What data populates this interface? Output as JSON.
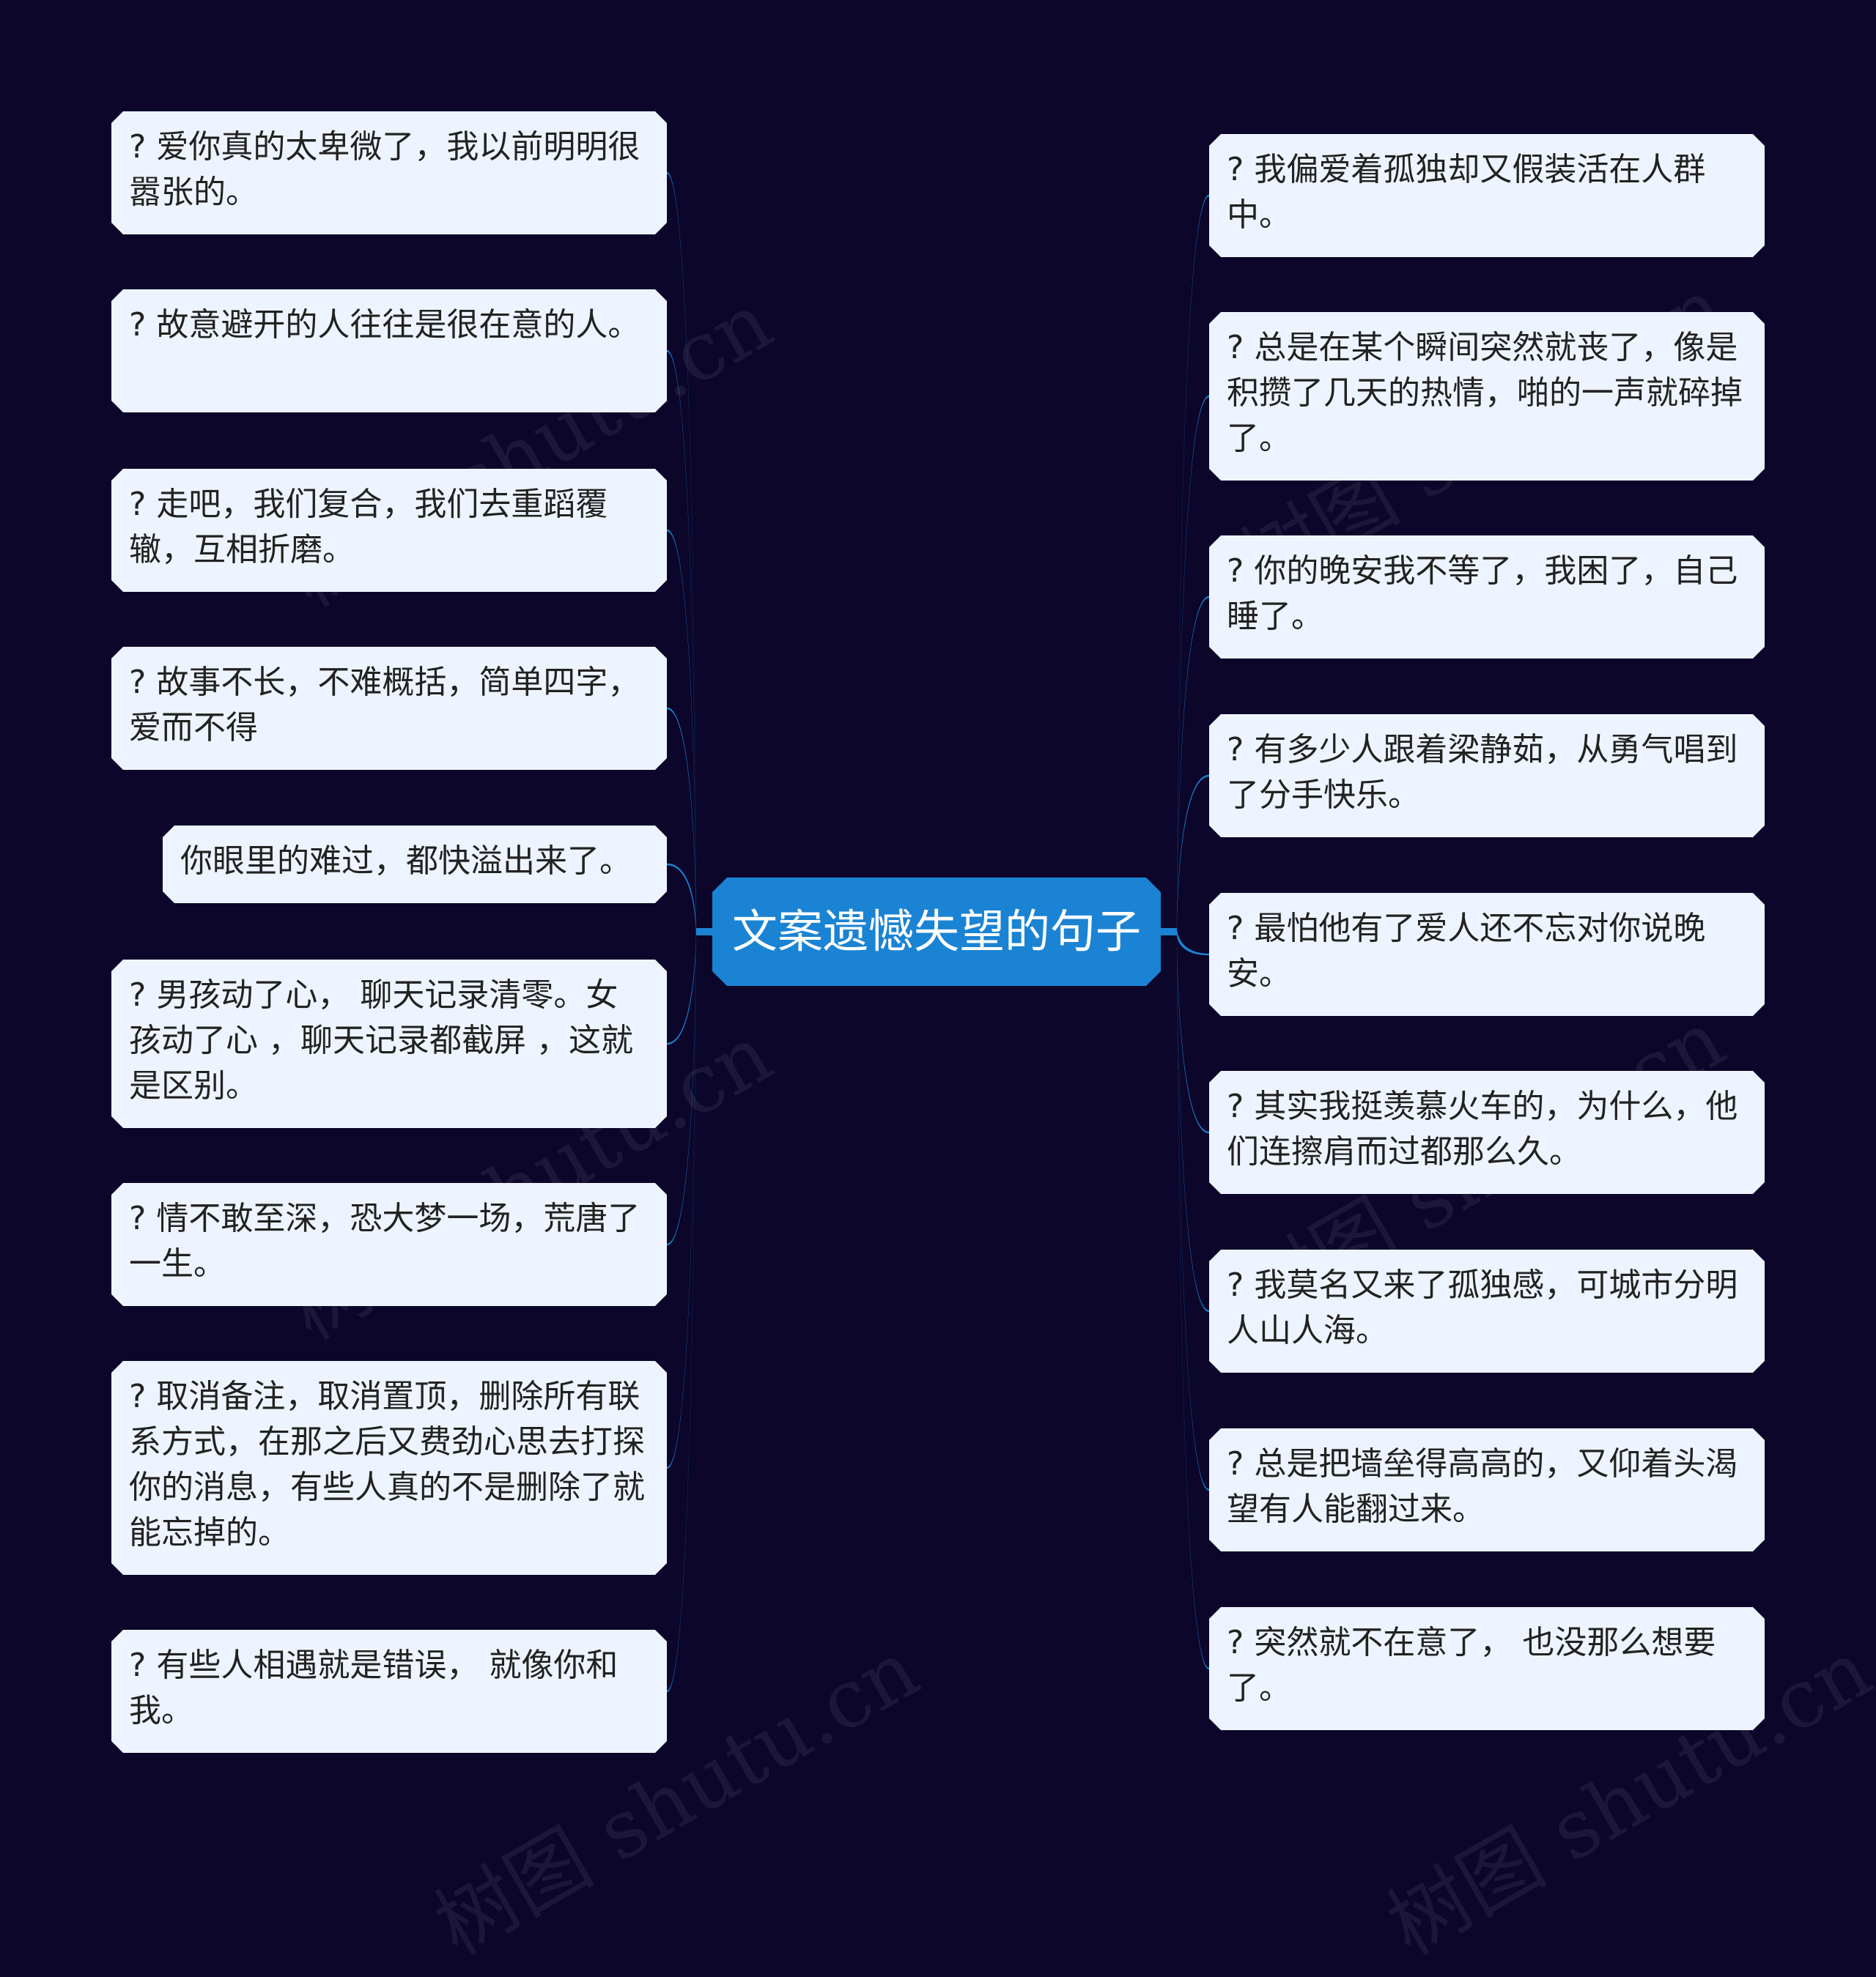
{
  "center": {
    "title": "文案遗憾失望的句子"
  },
  "left_items": [
    "? 爱你真的太卑微了，我以前明明很嚣张的。",
    "? 故意避开的人往往是很在意的人。",
    "? 走吧，我们复合，我们去重蹈覆辙，互相折磨。",
    "? 故事不长，不难概括，简单四字，爱而不得",
    "你眼里的难过，都快溢出来了。",
    "? 男孩动了心， 聊天记录清零。女孩动了心 ，聊天记录都截屏 ，这就是区别。",
    "? 情不敢至深，恐大梦一场，荒唐了一生。",
    "? 取消备注，取消置顶，删除所有联系方式，在那之后又费劲心思去打探你的消息，有些人真的不是删除了就能忘掉的。",
    "? 有些人相遇就是错误， 就像你和我。"
  ],
  "right_items": [
    "? 我偏爱着孤独却又假装活在人群中。",
    "? 总是在某个瞬间突然就丧了，像是积攒了几天的热情，啪的一声就碎掉了。",
    "? 你的晚安我不等了，我困了，自己睡了。",
    "? 有多少人跟着梁静茹，从勇气唱到了分手快乐。",
    "? 最怕他有了爱人还不忘对你说晚安。",
    "? 其实我挺羡慕火车的，为什么，他们连擦肩而过都那么久。",
    "? 我莫名又来了孤独感，可城市分明人山人海。",
    "? 总是把墙垒得高高的，又仰着头渴望有人能翻过来。",
    "? 突然就不在意了， 也没那么想要了。"
  ],
  "watermark_text": "树图 shutu.cn",
  "colors": {
    "background": "#0b062a",
    "connector": "#1b83d3",
    "center_fill": "#1b83d3",
    "node_fill": "#eef4ff"
  }
}
